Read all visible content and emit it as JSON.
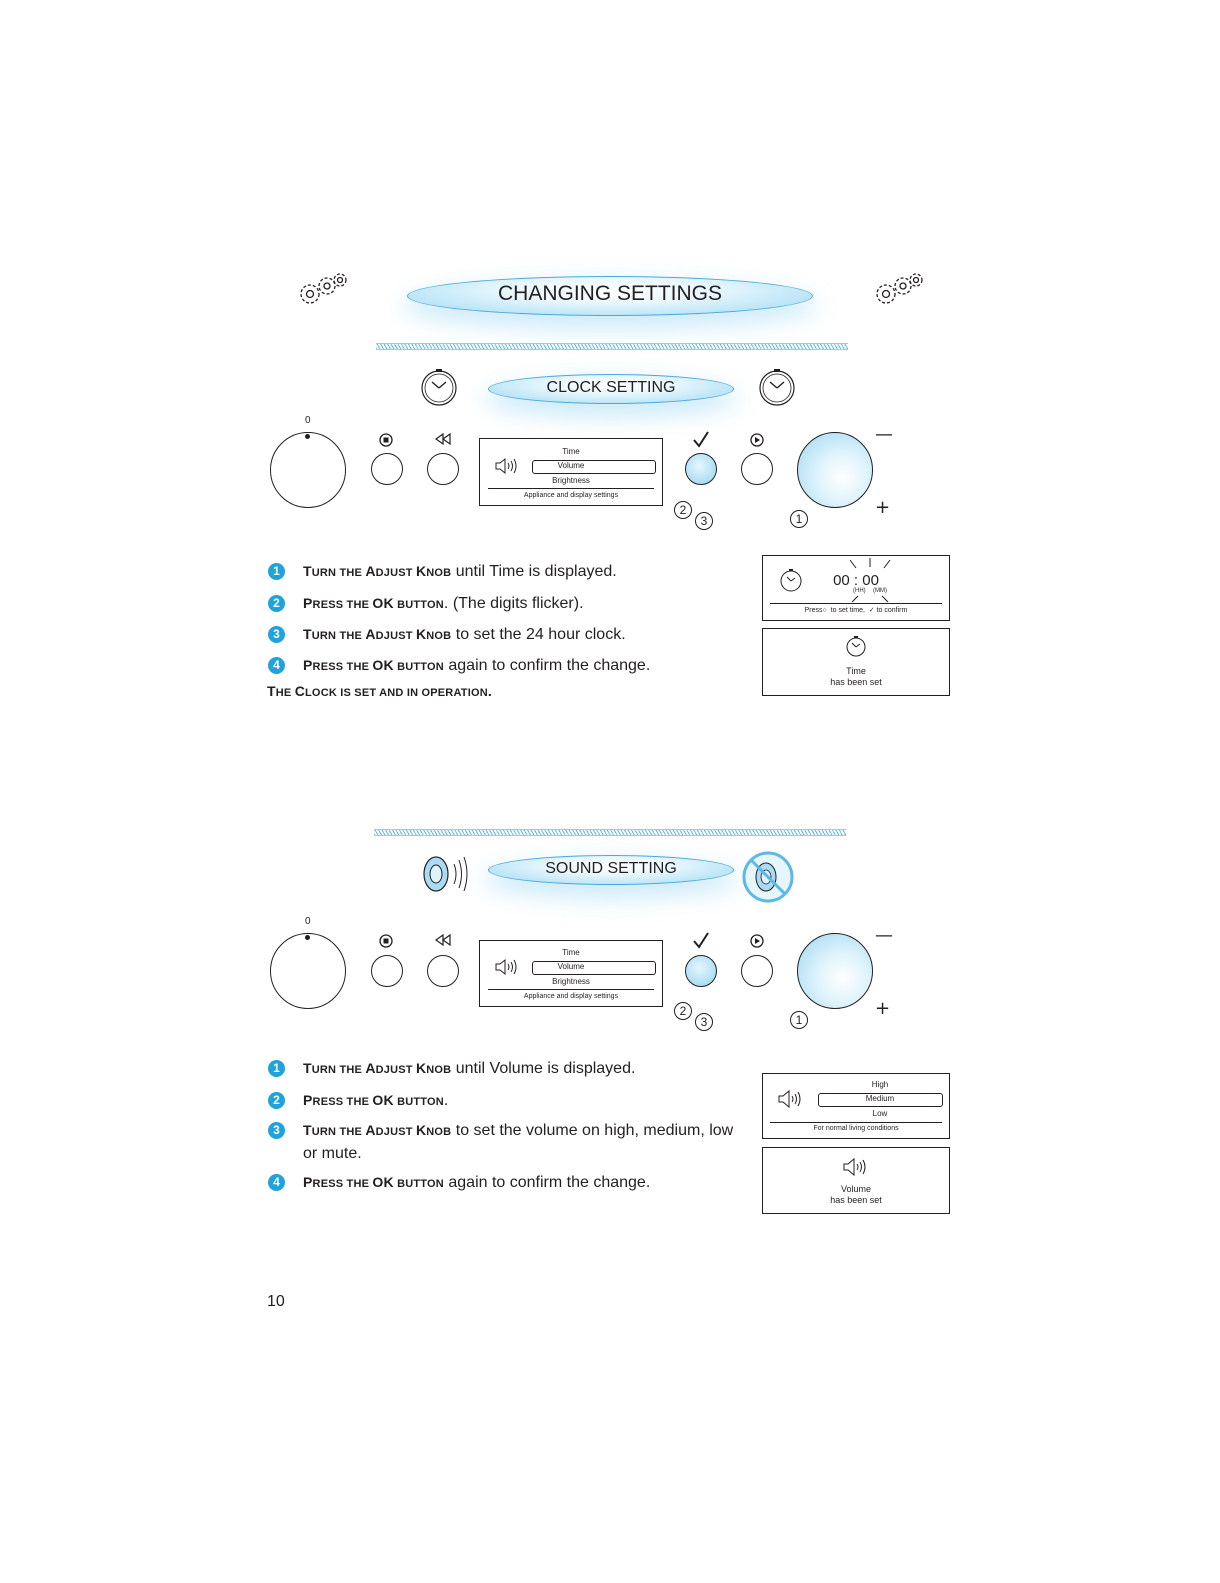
{
  "header": {
    "title": "CHANGING SETTINGS"
  },
  "panel": {
    "knob_zero": "0",
    "lcd_items": [
      "Time",
      "Volume",
      "Brightness"
    ],
    "lcd_footer": "Appliance and display settings",
    "minus": "—",
    "plus": "+",
    "callouts": [
      "2",
      "3",
      "1"
    ]
  },
  "clock": {
    "title": "CLOCK SETTING",
    "steps": [
      {
        "num": "1",
        "caps": [
          "T",
          "URN THE ",
          "A",
          "DJUST ",
          "K",
          "NOB"
        ],
        "text": " until Time is displayed."
      },
      {
        "num": "2",
        "caps": [
          "P",
          "RESS THE ",
          "OK",
          " BUTTON",
          "",
          ""
        ],
        "text": ". (The digits  flicker)."
      },
      {
        "num": "3",
        "caps": [
          "T",
          "URN THE ",
          "A",
          "DJUST ",
          "K",
          "NOB"
        ],
        "text": " to set the 24 hour clock."
      },
      {
        "num": "4",
        "caps": [
          "P",
          "RESS THE ",
          "OK",
          " BUTTON",
          "",
          ""
        ],
        "text": " again to confirm the change."
      }
    ],
    "result": [
      "T",
      "HE ",
      "C",
      "LOCK IS SET AND IN OPERATION",
      "."
    ],
    "display1": {
      "time": "00 : 00",
      "hh": "(HH)",
      "mm": "(MM)",
      "hint_a": "Press",
      "hint_b": "to set time,",
      "hint_c": "to confirm"
    },
    "display2": {
      "line1": "Time",
      "line2": "has been set"
    }
  },
  "sound": {
    "title": "SOUND SETTING",
    "steps": [
      {
        "num": "1",
        "caps": [
          "T",
          "URN THE ",
          "A",
          "DJUST ",
          "K",
          "NOB"
        ],
        "text": " until Volume is displayed."
      },
      {
        "num": "2",
        "caps": [
          "P",
          "RESS THE ",
          "OK",
          " BUTTON",
          "",
          ""
        ],
        "text": "."
      },
      {
        "num": "3",
        "caps": [
          "T",
          "URN THE ",
          "A",
          "DJUST ",
          "K",
          "NOB"
        ],
        "text": " to set the volume on high, medium, low",
        "text2": "or mute."
      },
      {
        "num": "4",
        "caps": [
          "P",
          "RESS THE ",
          "OK",
          " BUTTON",
          "",
          ""
        ],
        "text": " again to confirm the change."
      }
    ],
    "display1": {
      "items": [
        "High",
        "Medium",
        "Low"
      ],
      "footer": "For normal living conditions"
    },
    "display2": {
      "line1": "Volume",
      "line2": "has been set"
    }
  },
  "footer": {
    "page_number": "10"
  }
}
